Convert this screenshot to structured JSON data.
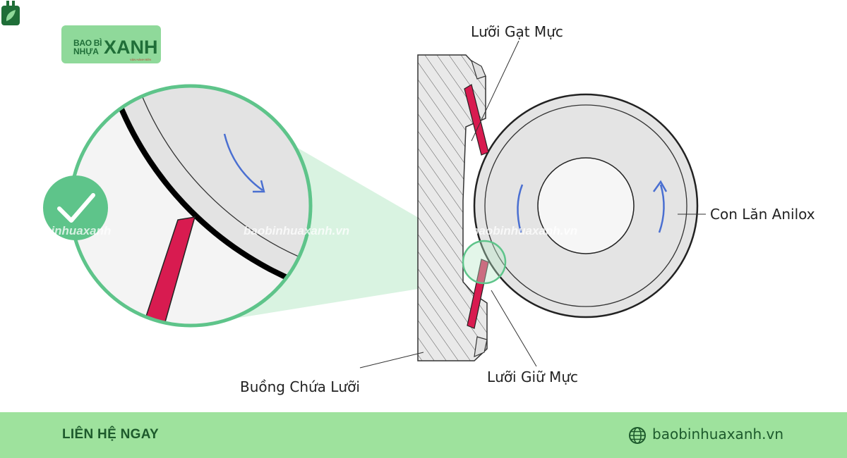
{
  "brand": {
    "line1": "BAO BÌ",
    "line2": "NHỰA",
    "line3": "XANH",
    "tagline": "VẬN HÀNH BỀN",
    "icon": "recycle-bag-icon"
  },
  "labels": {
    "doctor_blade": "Lưỡi Gạt Mực",
    "anilox_roller": "Con Lăn Anilox",
    "blade_chamber": "Buồng Chứa Lưỡi",
    "containment_blade": "Lưỡi Giữ Mực"
  },
  "watermarks": {
    "left": "binhuaxanh",
    "center": "baobinhuaxanh.vn",
    "right": "baobinhuaxanh.vn"
  },
  "badge": {
    "icon": "checkmark-icon"
  },
  "footer": {
    "contact": "LIÊN HỆ NGAY",
    "website": "baobinhuaxanh.vn",
    "icon": "globe-icon"
  },
  "colors": {
    "accent_green": "#5ec48a",
    "footer_bg": "#9ee29d",
    "blade_red": "#d81b50",
    "arrow_blue": "#4a6fd1",
    "roller_gray": "#e6e6e6"
  }
}
